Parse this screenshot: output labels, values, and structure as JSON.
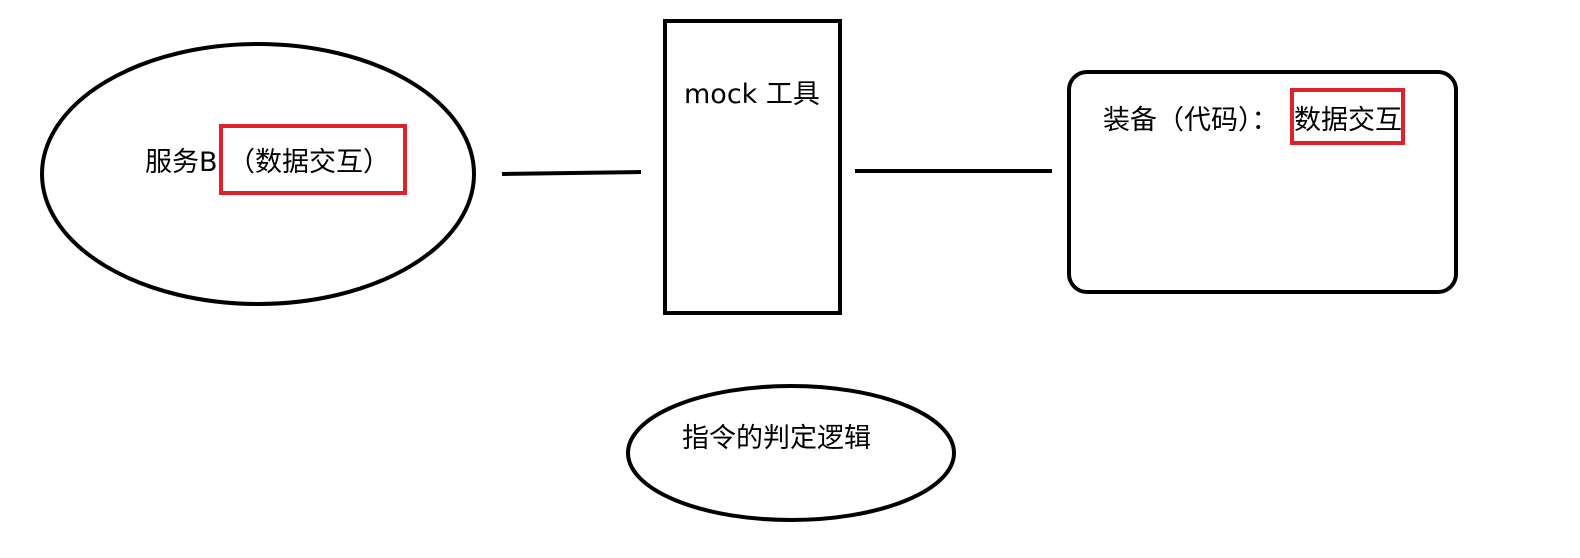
{
  "nodes": {
    "service_b": {
      "label_prefix": "服务B",
      "label_highlight": "（数据交互）"
    },
    "mock_tool": {
      "label": "mock 工具"
    },
    "equipment": {
      "label_prefix": "装备（代码）：",
      "label_highlight": "数据交互"
    },
    "command_logic": {
      "label": "指令的判定逻辑"
    }
  },
  "colors": {
    "stroke": "#000000",
    "highlight": "#e0202a",
    "background": "#ffffff"
  }
}
